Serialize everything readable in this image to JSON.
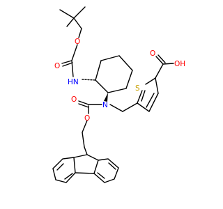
{
  "molecule": {
    "atoms": [
      {
        "label": "O",
        "color": "#ff0000"
      },
      {
        "label": "O",
        "color": "#ff0000"
      },
      {
        "label": "HN",
        "color": "#0000ff"
      },
      {
        "label": "O",
        "color": "#ff0000"
      },
      {
        "label": "OH",
        "color": "#ff0000"
      },
      {
        "label": "S",
        "color": "#c8a000"
      },
      {
        "label": "N",
        "color": "#0000ff"
      },
      {
        "label": "O",
        "color": "#ff0000"
      },
      {
        "label": "O",
        "color": "#ff0000"
      }
    ]
  }
}
